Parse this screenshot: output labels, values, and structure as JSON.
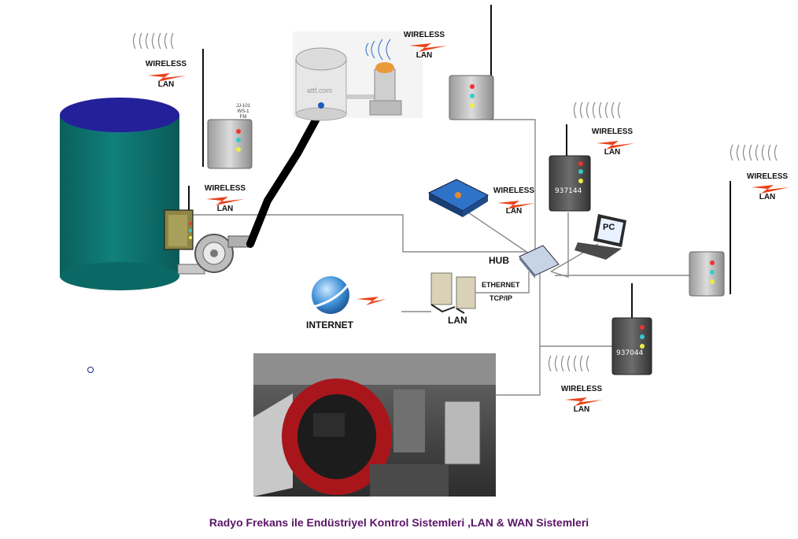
{
  "wireless_labels": [
    {
      "line1": "WIRELESS",
      "line2": "LAN"
    },
    {
      "line1": "WIRELESS",
      "line2": "LAN"
    },
    {
      "line1": "WIRELESS",
      "line2": "LAN"
    },
    {
      "line1": "WIRELESS",
      "line2": "LAN"
    },
    {
      "line1": "WIRELESS",
      "line2": "LAN"
    },
    {
      "line1": "WIRELESS",
      "line2": "LAN"
    },
    {
      "line1": "WIRELESS",
      "line2": "LAN"
    }
  ],
  "labels": {
    "hub": "HUB",
    "ethernet": "ETHERNET",
    "tcpip": "TCP/IP",
    "lan": "LAN",
    "internet": "INTERNET",
    "pc": "PC",
    "tank_text": "attf.com"
  },
  "devices": {
    "device_a_id": "937144",
    "device_b_id": "937044",
    "small_text": [
      "JJ-101",
      "WS-1",
      "FM"
    ]
  },
  "caption": "Radyo Frekans ile Endüstriyel Kontrol Sistemleri ,LAN & WAN Sistemleri",
  "colors": {
    "tank_body": "#0e7a76",
    "tank_top": "#24209a",
    "bolt": "#e8431a",
    "caption": "#5a1466",
    "boiler_red": "#a8161c",
    "network_line": "#8a8a8a"
  }
}
